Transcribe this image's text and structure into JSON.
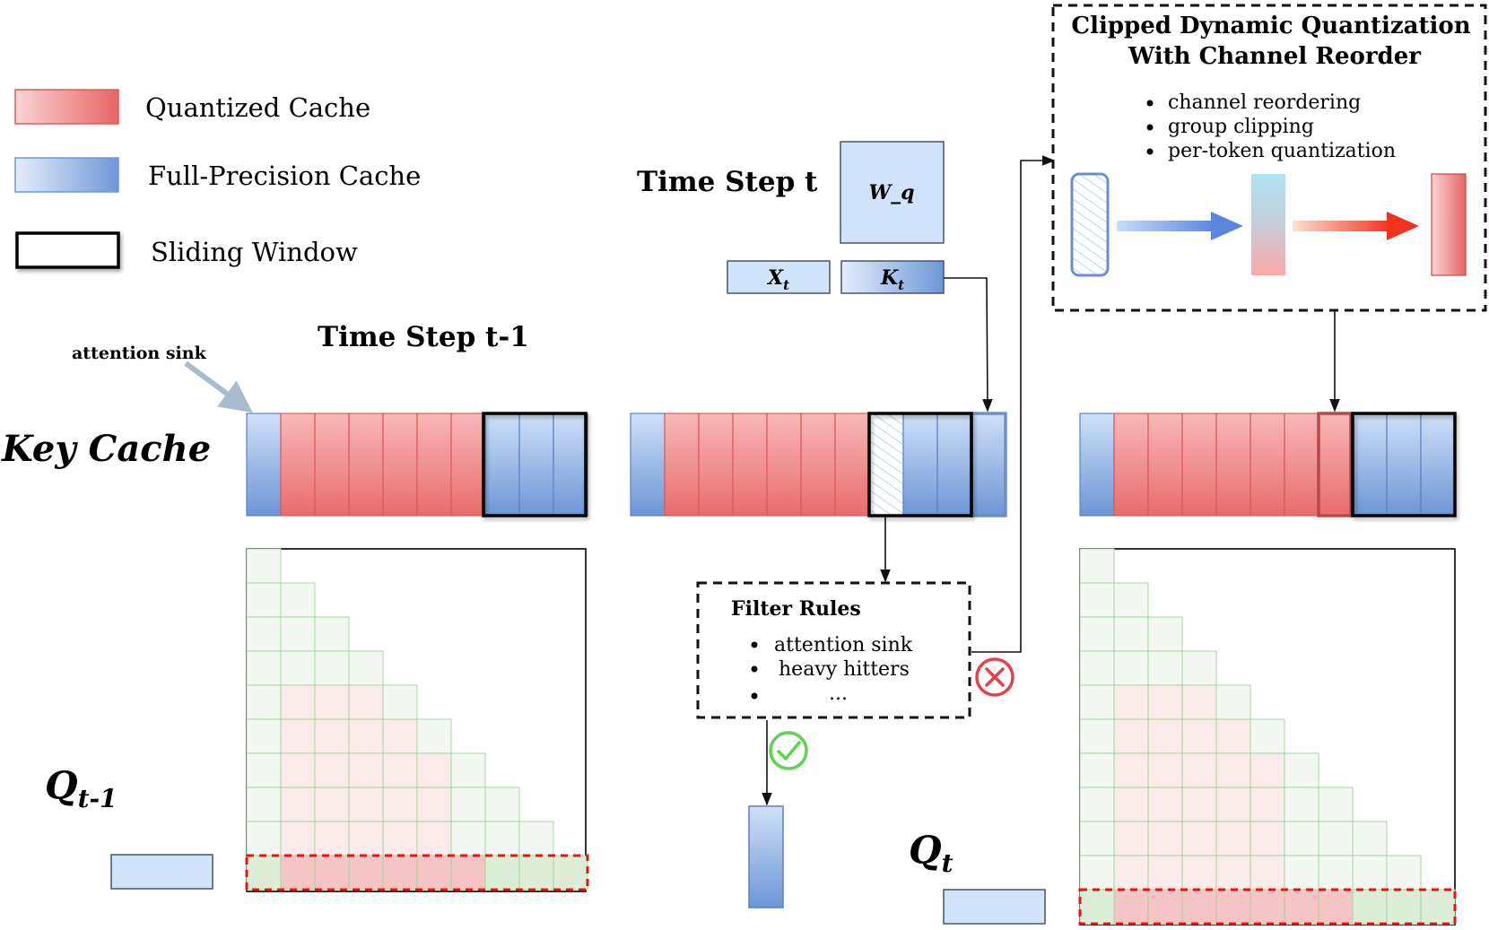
{
  "legend": {
    "quantized": "Quantized Cache",
    "full_precision": "Full-Precision Cache",
    "sliding_window": "Sliding Window"
  },
  "labels": {
    "key_cache": "Key Cache",
    "attention_sink": "attention sink",
    "time_step_prev": "Time Step t-1",
    "time_step_t": "Time Step t",
    "wq": "W_q",
    "x_main": "X",
    "x_sub": "t",
    "k_main": "K",
    "k_sub": "t",
    "q_prev_main": "Q",
    "q_prev_sub": "t-1",
    "q_t_main": "Q",
    "q_t_sub": "t"
  },
  "filter_rules": {
    "title": "Filter Rules",
    "items": [
      "attention sink",
      "heavy hitters",
      "..."
    ]
  },
  "cdq": {
    "title_line1": "Clipped Dynamic Quantization",
    "title_line2": "With Channel Reorder",
    "items": [
      "channel reordering",
      "group clipping",
      "per-token quantization"
    ]
  },
  "colors": {
    "red_light": "#f8c9c9",
    "red_dark": "#ea6a6a",
    "blue_light": "#dbe8fb",
    "blue_dark": "#6f98d8",
    "blue_box": "#cfe3fa",
    "green_light": "#f4f8f2",
    "green_line": "#9fd39a",
    "dash_red": "#ee1111"
  }
}
